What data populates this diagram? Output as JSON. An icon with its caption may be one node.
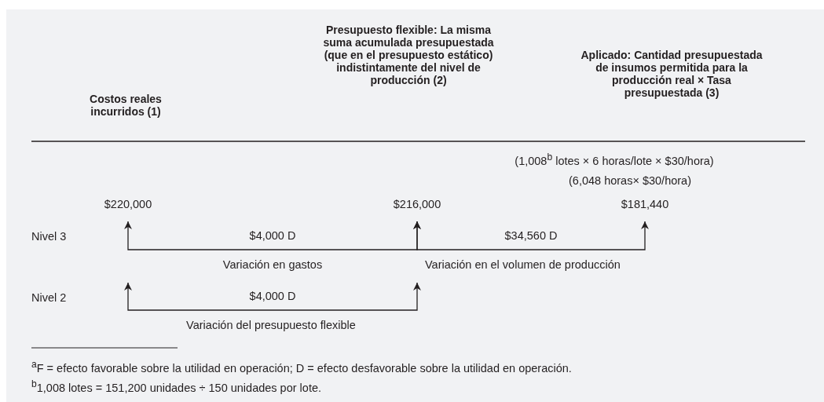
{
  "diagram": {
    "nodes": [
      {
        "text": [
          "$220,000"
        ]
      },
      {
        "text": [
          "$216,000"
        ]
      },
      {
        "text": [
          "$181,440"
        ]
      }
    ],
    "edges": [
      {
        "from": 0,
        "to": 1,
        "arrow": "both",
        "label": "$4,000 D"
      },
      {
        "from": 1,
        "to": 2,
        "arrow": "both",
        "label": "$34,560 D"
      },
      {
        "from": 0,
        "to": 1,
        "arrow": "both",
        "label": "$4,000 D"
      }
    ],
    "labels": [
      "Costos reales incurridos (1)",
      "Presupuesto flexible: La misma suma acumulada presupuestada (que en el presupuesto estático) indistintamente del nivel de producción (2)",
      "Aplicado: Cantidad presupuestada de insumos permitida para la producción real × Tasa presupuestada (3)",
      "(1,008$^{b}$ lotes × 6 horas/lote × $30/hora)",
      "(6,048 horas× $30/hora)",
      "Nivel 3",
      "Variación en gastos",
      "Variación en el volumen de producción",
      "Nivel 2",
      "Variación del presupuesto flexible",
      "$^{a}$F = efecto favorable sobre la utilidad en operación; D = efecto desfavorable sobre la utilidad en operación.",
      "$^{b}$1,008 lotes = 151,200 unidades ÷ 150 unidades por lote."
    ]
  }
}
